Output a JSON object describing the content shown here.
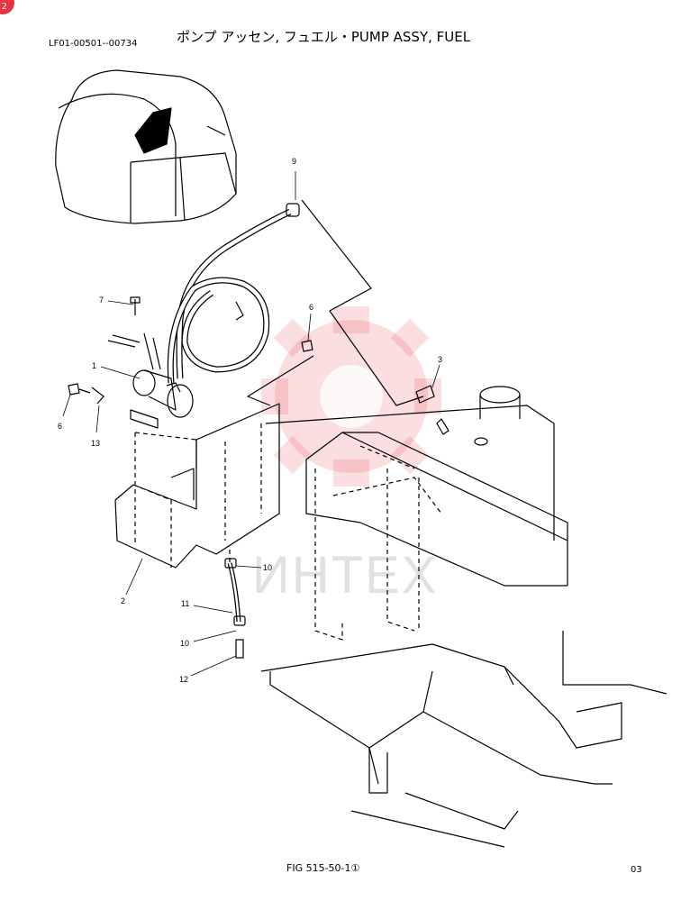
{
  "header": {
    "badge": "2",
    "title": "ポンプ アッセン, フュエル・PUMP ASSY, FUEL",
    "part_code": "LF01-00501--00734"
  },
  "callouts": [
    {
      "id": "c1",
      "label": "1"
    },
    {
      "id": "c2",
      "label": "2"
    },
    {
      "id": "c3",
      "label": "3"
    },
    {
      "id": "c6a",
      "label": "6"
    },
    {
      "id": "c6b",
      "label": "6"
    },
    {
      "id": "c7",
      "label": "7"
    },
    {
      "id": "c9",
      "label": "9"
    },
    {
      "id": "c10a",
      "label": "10"
    },
    {
      "id": "c10b",
      "label": "10"
    },
    {
      "id": "c11",
      "label": "11"
    },
    {
      "id": "c12",
      "label": "12"
    },
    {
      "id": "c13",
      "label": "13"
    }
  ],
  "watermark": {
    "text": "ИНТЕХ",
    "color": "#e8323c"
  },
  "footer": {
    "figure": "FIG 515-50-1①",
    "page": "03"
  },
  "colors": {
    "line": "#000000",
    "accent": "#e8323c"
  }
}
